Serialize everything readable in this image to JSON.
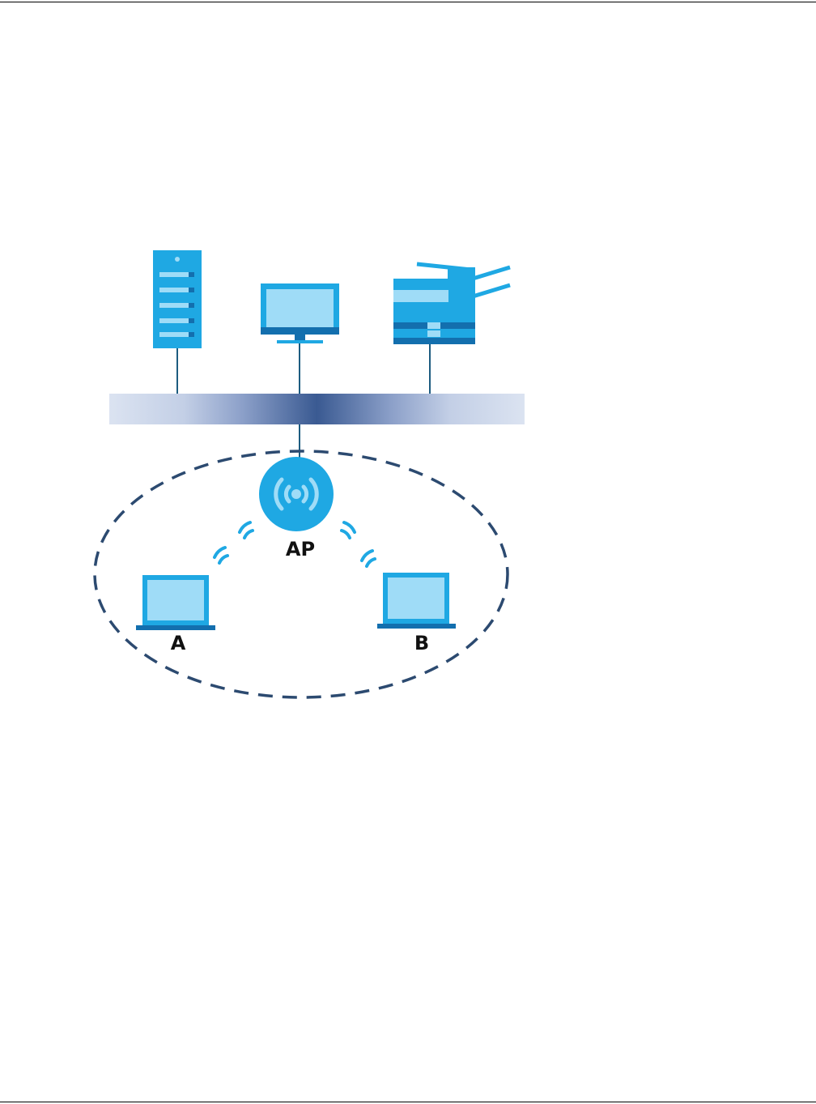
{
  "diagram": {
    "access_point": {
      "label": "AP",
      "icon": "wifi-signal-icon"
    },
    "clients": [
      {
        "label": "A",
        "icon": "laptop-icon"
      },
      {
        "label": "B",
        "icon": "laptop-icon"
      }
    ],
    "wired_devices": [
      {
        "icon": "server-icon"
      },
      {
        "icon": "desktop-monitor-icon"
      },
      {
        "icon": "printer-icon"
      }
    ],
    "network_backbone": {
      "icon": "network-bus"
    },
    "wireless_coverage": {
      "icon": "dashed-coverage-ellipse"
    },
    "colors": {
      "device_dark": "#1fa8e3",
      "device_light": "#9fdcf7",
      "device_navy": "#136fae",
      "wire": "#1d5c80",
      "bus_center": "#3c5a8e",
      "bus_edge": "#d7e0ef",
      "coverage": "#2c4a70"
    }
  }
}
